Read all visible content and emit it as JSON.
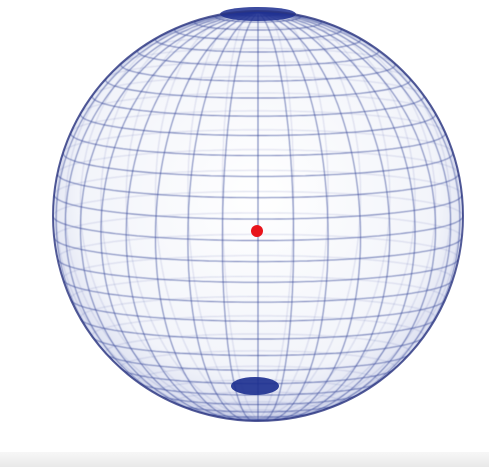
{
  "figure": {
    "subject": "wireframe-sphere",
    "colors": {
      "background": "#ffffff",
      "sphere_fill": "#f7f8fc",
      "grid_line": "#3a4a9a",
      "outline": "#2a3580",
      "pole_highlight": "#1b2d8f",
      "center_point": "#e8141b"
    },
    "wireframe": {
      "latitude_lines": 30,
      "longitude_lines": 36
    },
    "markers": [
      {
        "name": "center-point",
        "color": "#e8141b"
      }
    ]
  }
}
